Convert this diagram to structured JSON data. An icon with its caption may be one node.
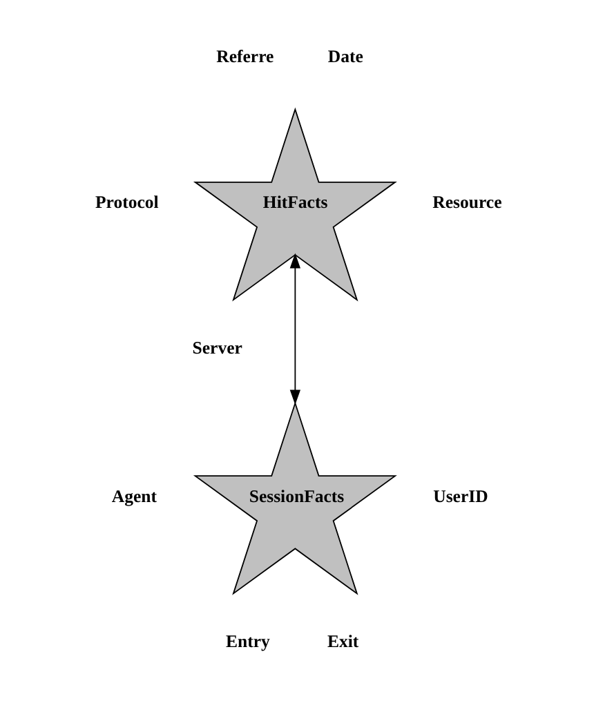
{
  "diagram": {
    "nodes": [
      {
        "text": [
          "HitFacts"
        ],
        "beside": [
          "Date",
          "Referre",
          "Protocol",
          "Resource",
          "Server"
        ]
      },
      {
        "text": [
          "SessionFacts"
        ],
        "beside": [
          "Agent",
          "UserID",
          "Entry",
          "Exit"
        ]
      }
    ],
    "edges": [
      {
        "from": 0,
        "to": 1,
        "arrow": "both"
      }
    ]
  }
}
